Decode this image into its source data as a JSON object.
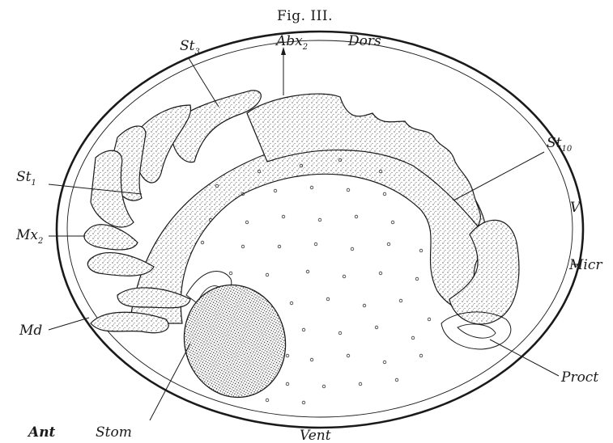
{
  "figure": {
    "caption": "Fig. III.",
    "labels": {
      "st3": {
        "base": "St",
        "sub": "3"
      },
      "abx2": {
        "base": "Abx",
        "sub": "2"
      },
      "dors": "Dors",
      "st10": {
        "base": "St",
        "sub": "10"
      },
      "st1": {
        "base": "St",
        "sub": "1"
      },
      "v": "V",
      "mx2": {
        "base": "Mx",
        "sub": "2"
      },
      "micr": "Micr",
      "md": "Md",
      "proct": "Proct",
      "ant": "Ant",
      "stom": "Stom",
      "vent": "Vent"
    }
  }
}
